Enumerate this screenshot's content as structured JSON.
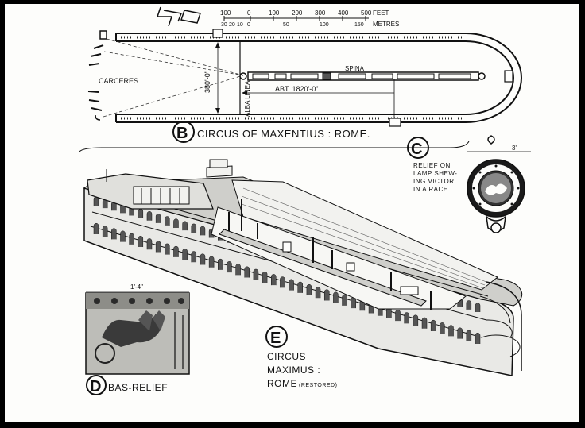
{
  "plan_b": {
    "letter": "B",
    "caption": "CIRCUS OF MAXENTIUS : ROME.",
    "carceres": "CARCERES",
    "spina": "SPINA",
    "alba_linea": "ALBA LINEA",
    "width_dim": "380'-0\"",
    "length_dim": "ABT. 1820'-0\""
  },
  "scale_bar": {
    "feet_ticks": [
      "100",
      "0",
      "100",
      "200",
      "300",
      "400",
      "500"
    ],
    "feet_unit": "FEET",
    "metre_ticks": [
      "30",
      "20",
      "10",
      "0",
      "50",
      "100",
      "150"
    ],
    "metre_unit": "METRES"
  },
  "lamp_c": {
    "letter": "C",
    "caption_lines": [
      "RELIEF ON",
      "LAMP SHEW-",
      "ING VICTOR",
      "IN A RACE."
    ],
    "dimension": "3\""
  },
  "relief_d": {
    "letter": "D",
    "caption": "BAS-RELIEF",
    "dimension": "1'-4\""
  },
  "view_e": {
    "letter": "E",
    "caption_lines": [
      "CIRCUS",
      "MAXIMUS :",
      "ROME"
    ],
    "caption_note": "(RESTORED)"
  }
}
